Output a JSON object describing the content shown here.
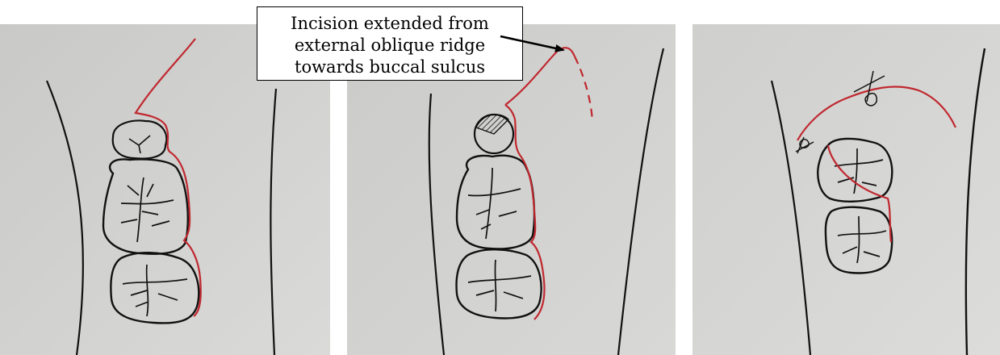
{
  "callout": {
    "lines": [
      "Incision extended from",
      "external oblique ridge",
      "towards buccal sulcus"
    ]
  },
  "colors": {
    "paper": "#cdcdcb",
    "ink": "#111111",
    "incision": "#c0282f"
  }
}
